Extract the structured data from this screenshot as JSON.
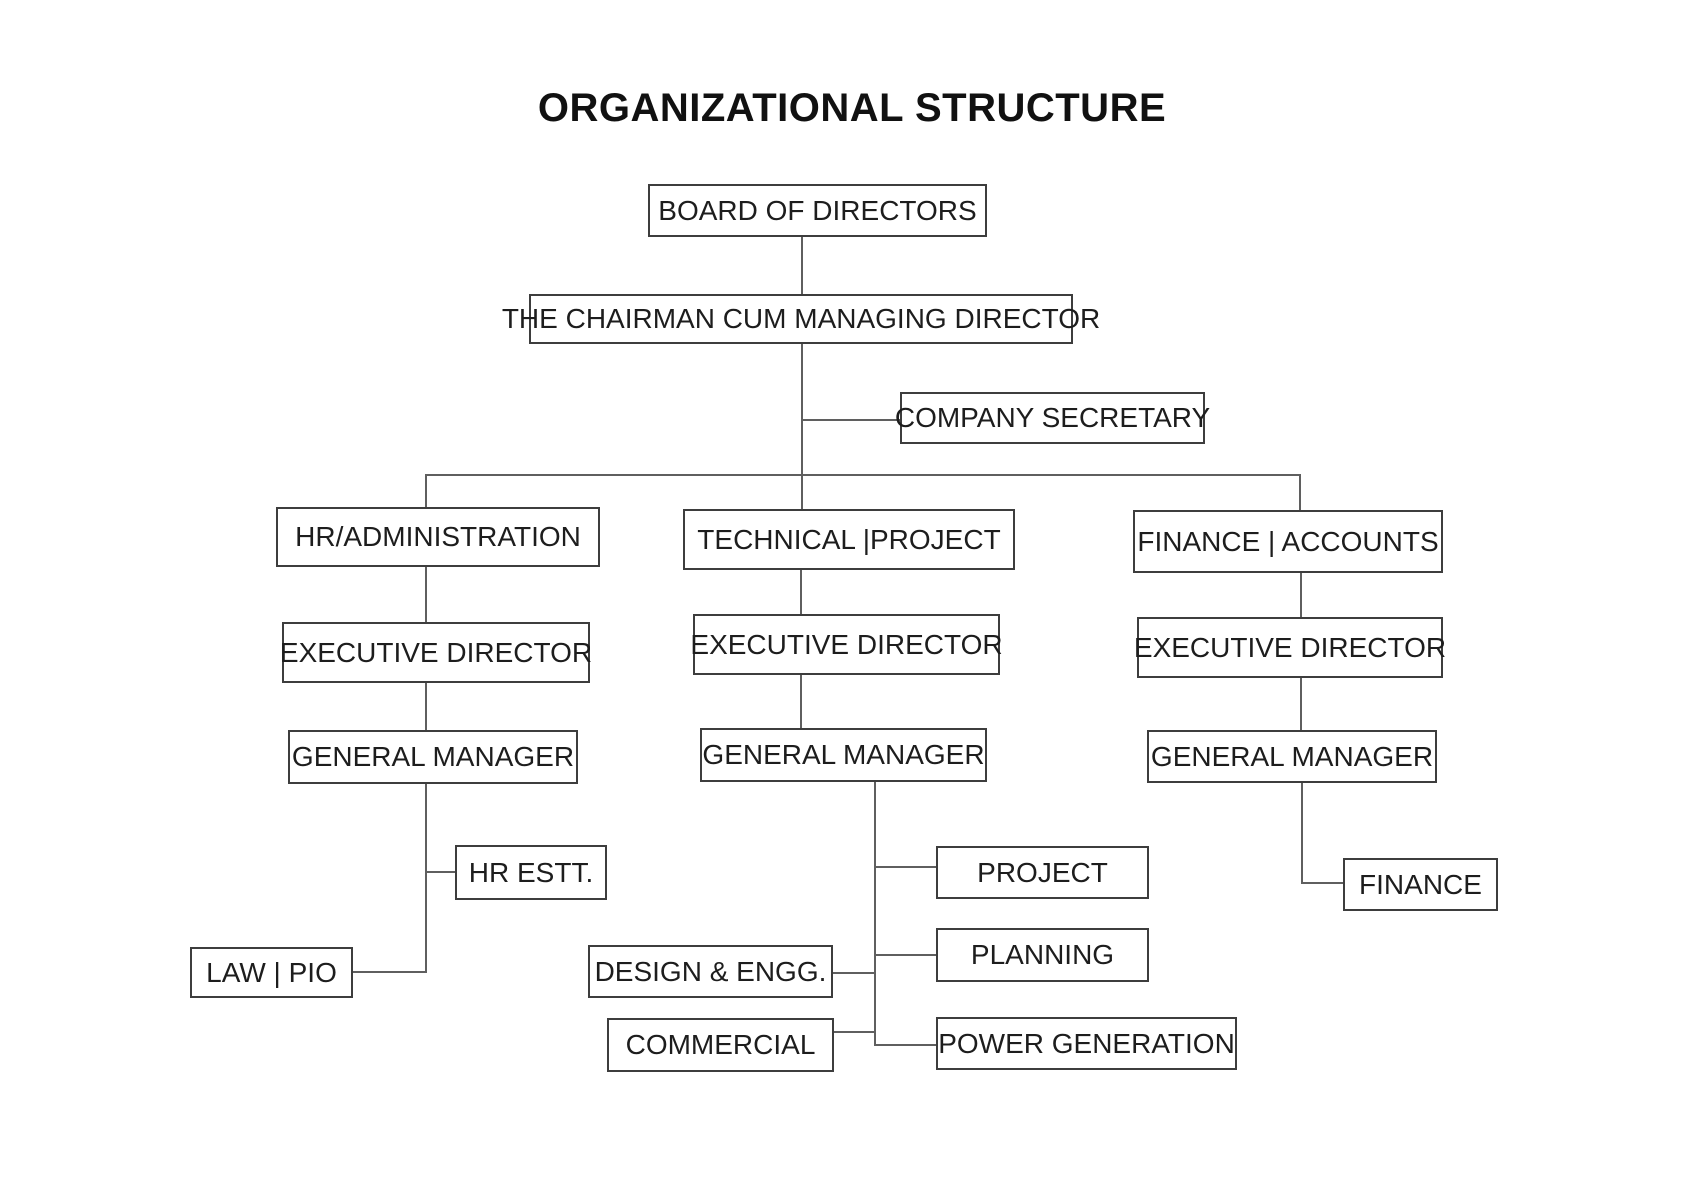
{
  "title": "ORGANIZATIONAL STRUCTURE",
  "nodes": {
    "board": "BOARD OF DIRECTORS",
    "chairman": "THE CHAIRMAN CUM MANAGING DIRECTOR",
    "company_secretary": "COMPANY SECRETARY"
  },
  "branches": {
    "hr": {
      "head": "HR/ADMINISTRATION",
      "executive_director": "EXECUTIVE DIRECTOR",
      "general_manager": "GENERAL MANAGER",
      "units": {
        "hr_estt": "HR ESTT.",
        "law_pio": "LAW | PIO"
      }
    },
    "technical": {
      "head": "TECHNICAL |PROJECT",
      "executive_director": "EXECUTIVE DIRECTOR",
      "general_manager": "GENERAL MANAGER",
      "units": {
        "project": "PROJECT",
        "planning": "PLANNING",
        "design_engg": "DESIGN & ENGG.",
        "commercial": "COMMERCIAL",
        "power_generation": "POWER GENERATION"
      }
    },
    "finance": {
      "head": "FINANCE | ACCOUNTS",
      "executive_director": "EXECUTIVE DIRECTOR",
      "general_manager": "GENERAL MANAGER",
      "units": {
        "finance": "FINANCE"
      }
    }
  },
  "colors": {
    "background": "#ffffff",
    "box_border": "#3d3d3d",
    "connector_line": "#5f5f5f",
    "text": "#1d1d1d",
    "title_text": "#111111"
  }
}
